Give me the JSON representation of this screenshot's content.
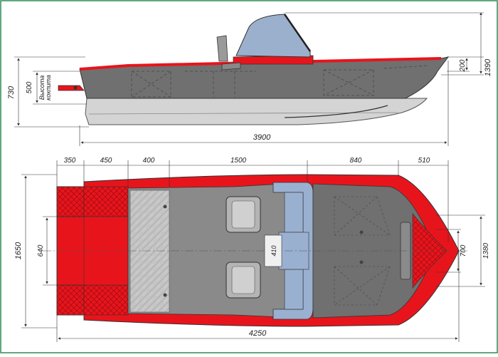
{
  "side_view": {
    "height_labels": {
      "total": "730",
      "cockpit": "500",
      "cockpit_caption_1": "Высота",
      "cockpit_caption_2": "кокпита",
      "bow_deck": "200",
      "windshield": "1390"
    },
    "length_label": "3900"
  },
  "top_view": {
    "segments": [
      "350",
      "450",
      "400",
      "1500",
      "840",
      "510"
    ],
    "width_total": "1650",
    "transom_inner": "640",
    "bow_inner": "700",
    "bow_outer": "1380",
    "passage": "410",
    "length_total": "4250"
  },
  "colors": {
    "hull_red": "#e8141c",
    "deck_grey": "#8a8a8a",
    "dark_grey": "#707070",
    "windshield_blue": "#9bb0cc",
    "console_blue": "#9ab0d0",
    "floor_light": "#c6c6c6",
    "frame": "#2e8b57",
    "dim_line": "#333333"
  }
}
